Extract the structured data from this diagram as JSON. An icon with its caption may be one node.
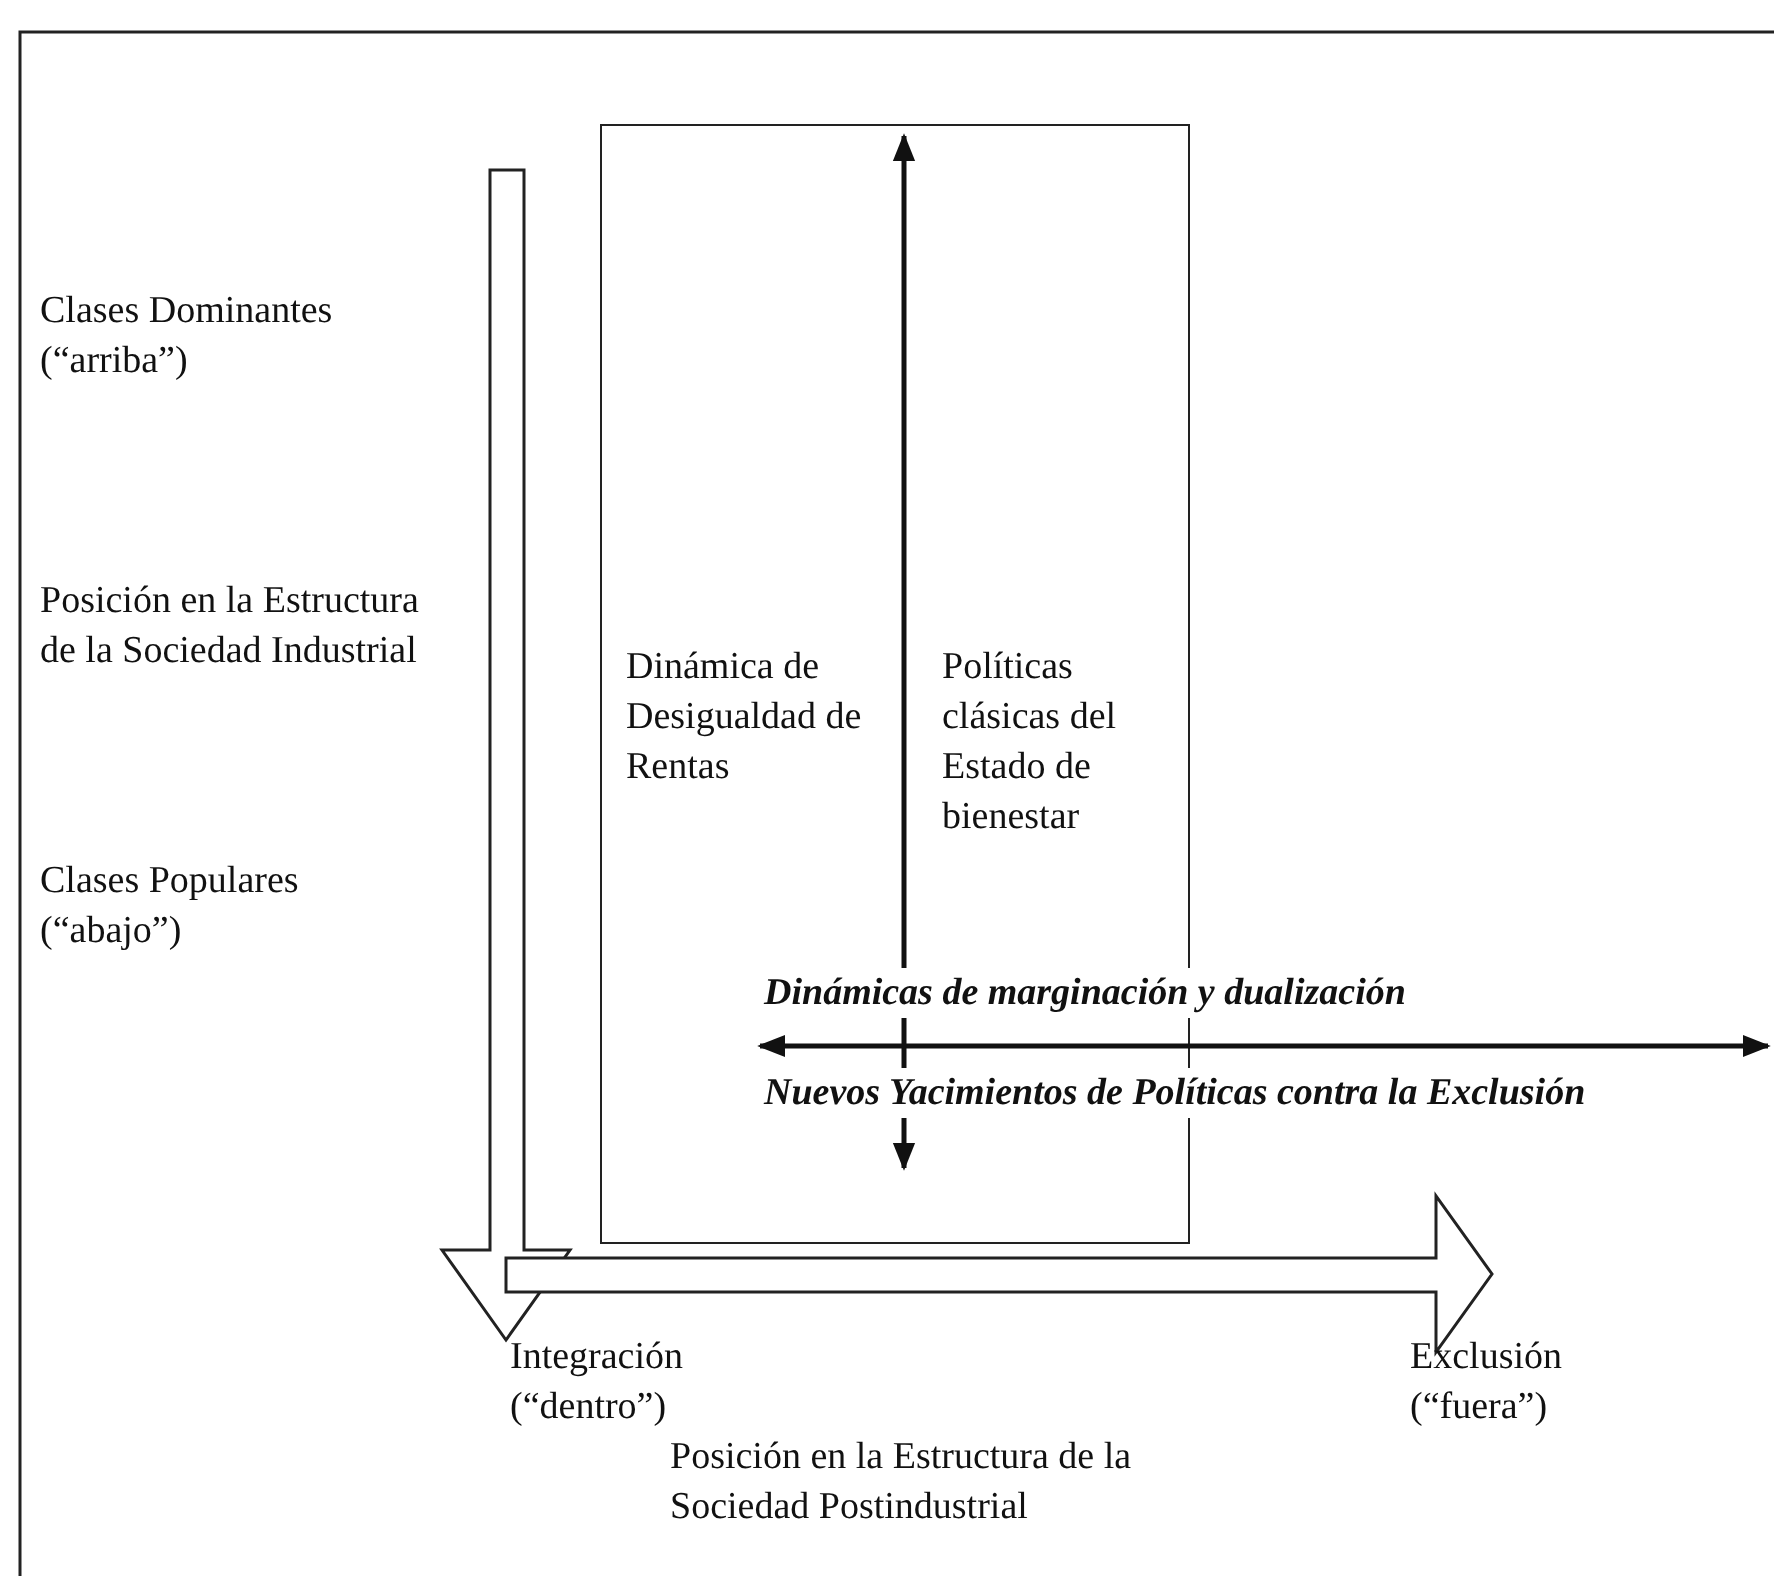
{
  "diagram": {
    "nodes": [
      {
        "text": [
          "Dinámica de Desigualdad de Rentas",
          "Políticas clásicas del Estado de bienestar"
        ]
      }
    ],
    "labels": [
      "Clases Dominantes (“arriba”)",
      "Posición en la Estructura de la Sociedad Industrial",
      "Clases Populares (“abajo”)",
      "Dinámicas de marginación y dualización",
      "Nuevos Yacimientos de Políticas contra la Exclusión",
      "Integración (“dentro”)",
      "Exclusión (“fuera”)",
      "Posición en la Estructura de la Sociedad Postindustrial"
    ]
  }
}
